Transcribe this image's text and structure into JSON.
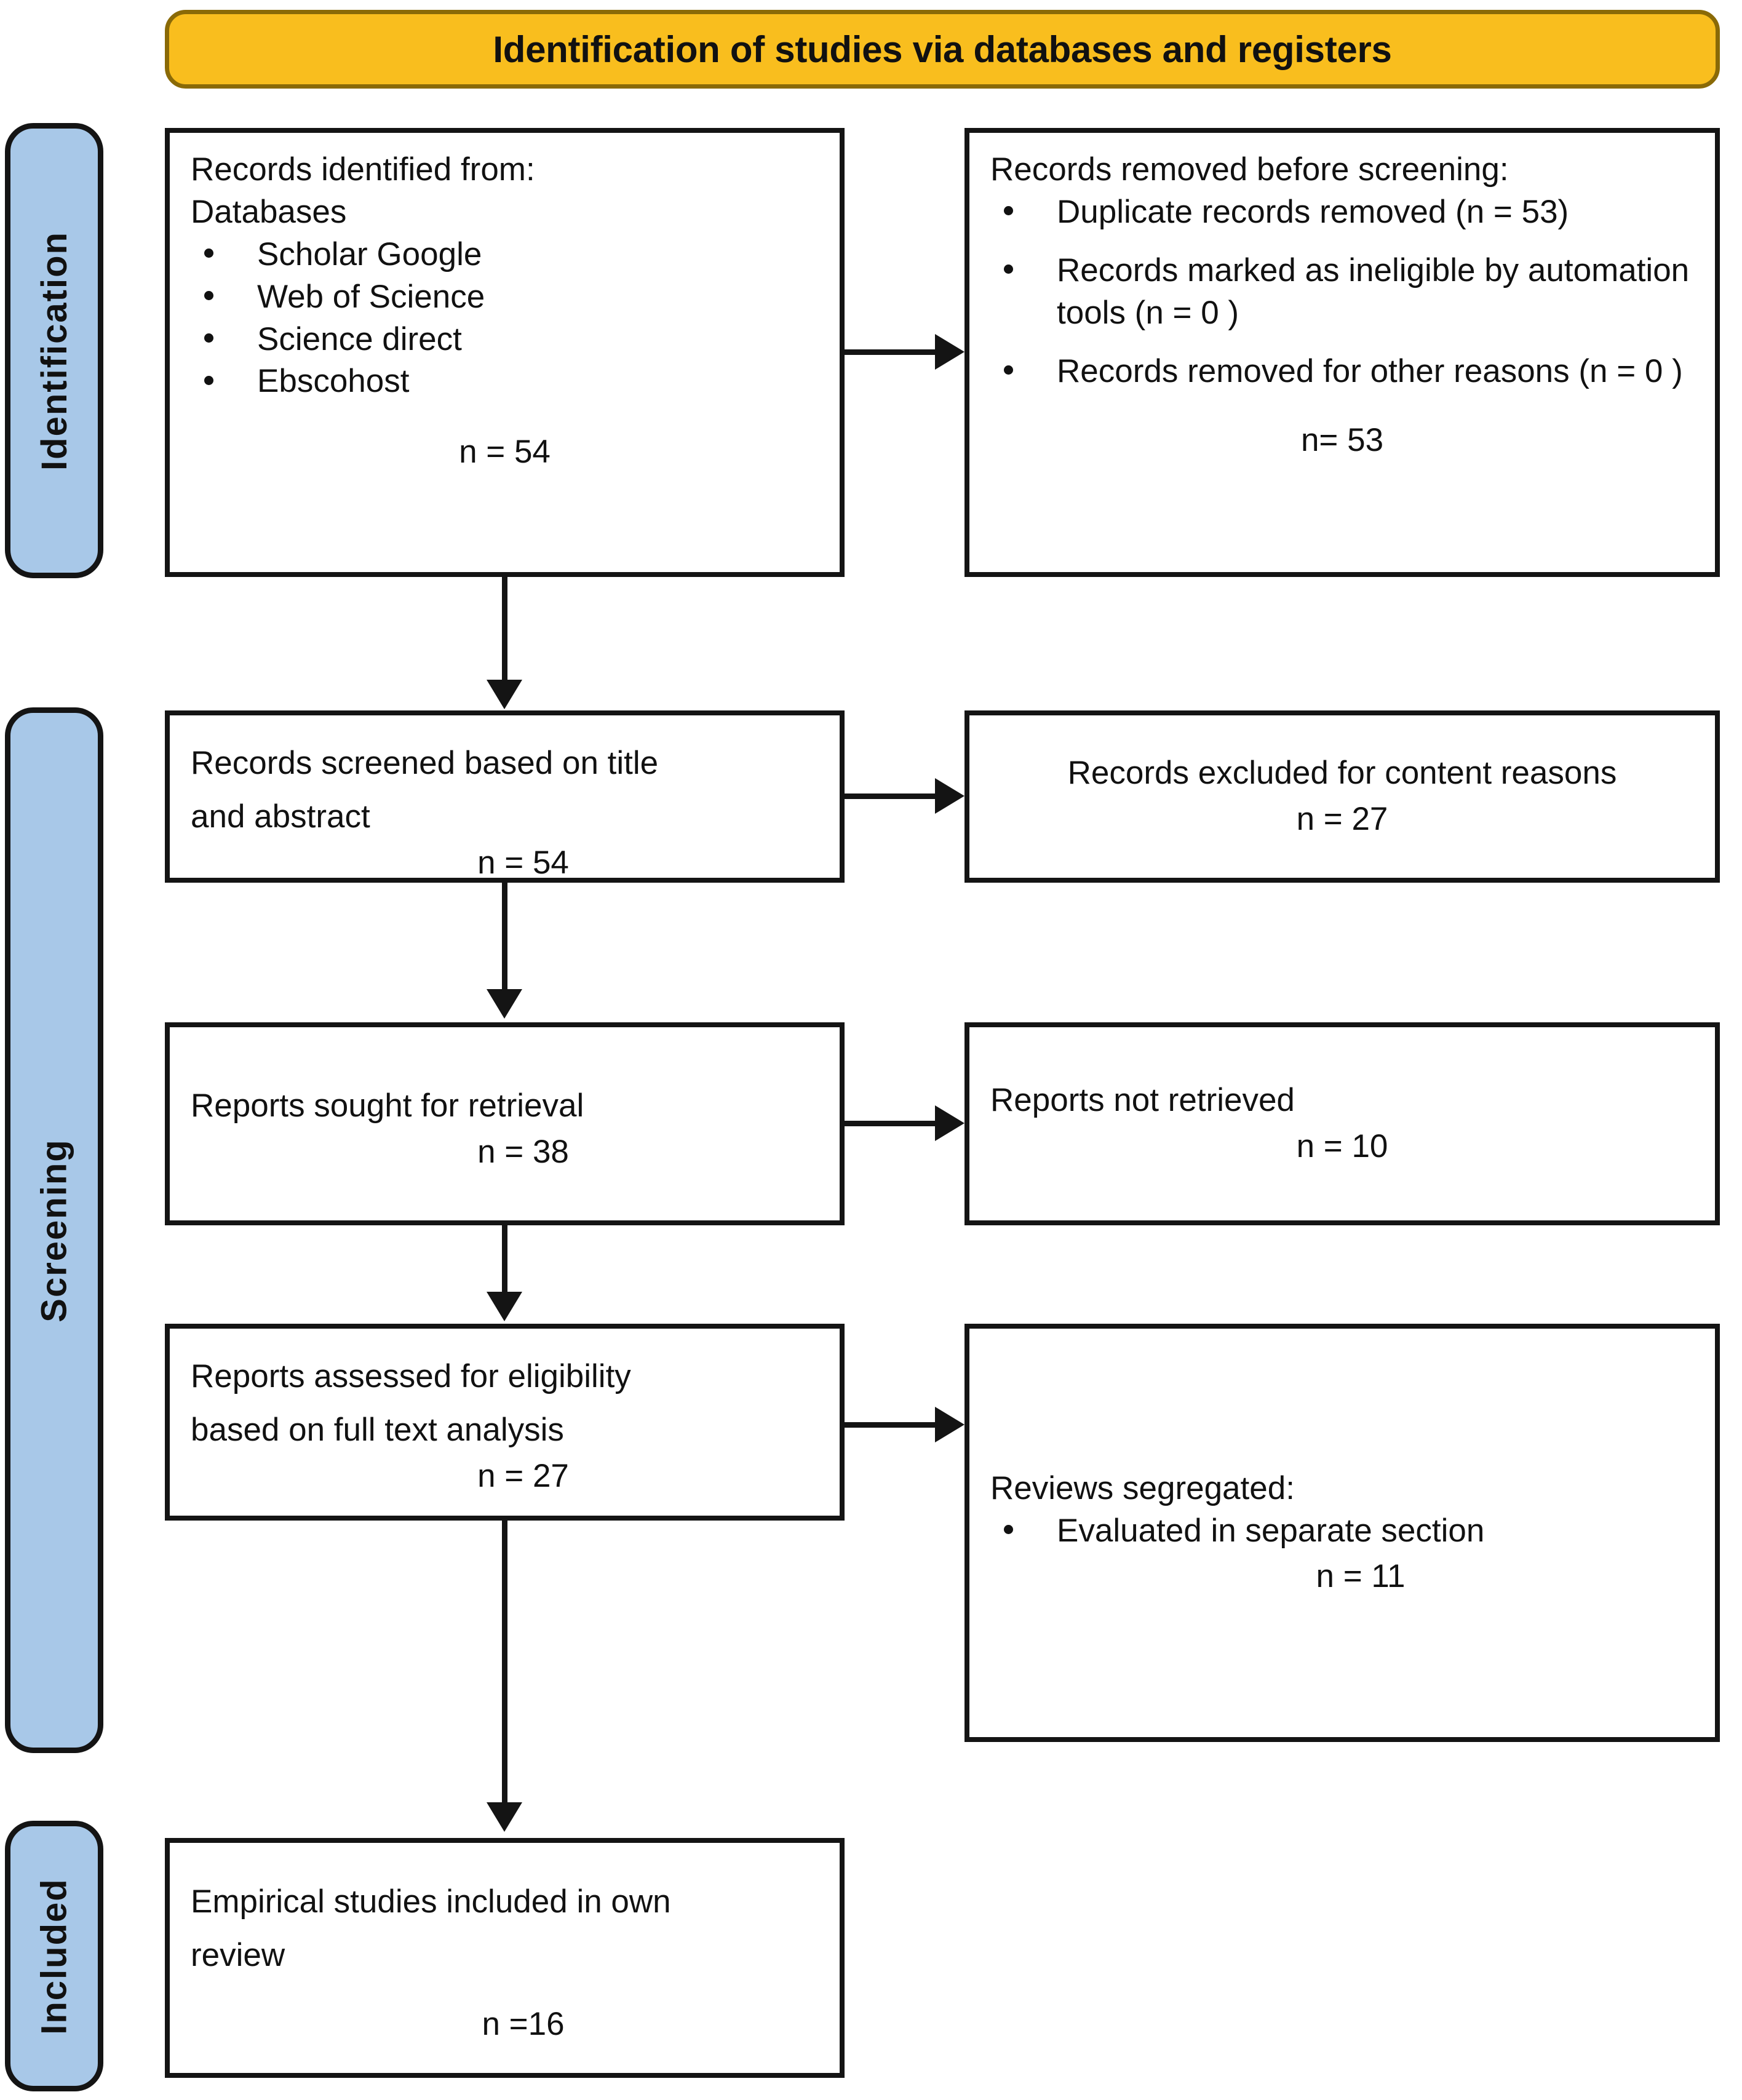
{
  "header": {
    "title": "Identification of studies via databases and registers"
  },
  "stages": {
    "identification": "Identification",
    "screening": "Screening",
    "included": "Included"
  },
  "boxes": {
    "identified": {
      "line1": "Records identified from:",
      "line2": "Databases",
      "sources": [
        "Scholar Google",
        "Web of Science",
        "Science direct",
        "Ebscohost"
      ],
      "n": "n = 54"
    },
    "removed": {
      "heading_plain": "Records removed ",
      "heading_italic": "before screening",
      "heading_tail": ":",
      "items": [
        "Duplicate records removed  (n = 53)",
        "Records marked as ineligible by automation tools (n = 0 )",
        "Records removed for other reasons (n = 0 )"
      ],
      "n": "n= 53"
    },
    "screened": {
      "line1": "Records screened based on title",
      "line2": "and abstract",
      "n": "n = 54"
    },
    "excluded": {
      "line1": "Records excluded for content reasons",
      "n": "n = 27"
    },
    "sought": {
      "line1": "Reports sought for retrieval",
      "n": "n = 38"
    },
    "not_retrieved": {
      "line1": "Reports not retrieved",
      "n": "n =  10"
    },
    "eligibility": {
      "line1": "Reports assessed for eligibility",
      "line2": "based on full text analysis",
      "n": "n = 27"
    },
    "reviews": {
      "line1": "Reviews segregated:",
      "items": [
        "Evaluated in separate section"
      ],
      "n": "n = 11"
    },
    "included": {
      "line1": "Empirical studies included in own",
      "line2": "review",
      "n": "n =16"
    }
  },
  "colors": {
    "banner_fill": "#f9be1e",
    "banner_border": "#8a6a07",
    "stage_fill": "#a8c8e8",
    "outline": "#141414"
  }
}
